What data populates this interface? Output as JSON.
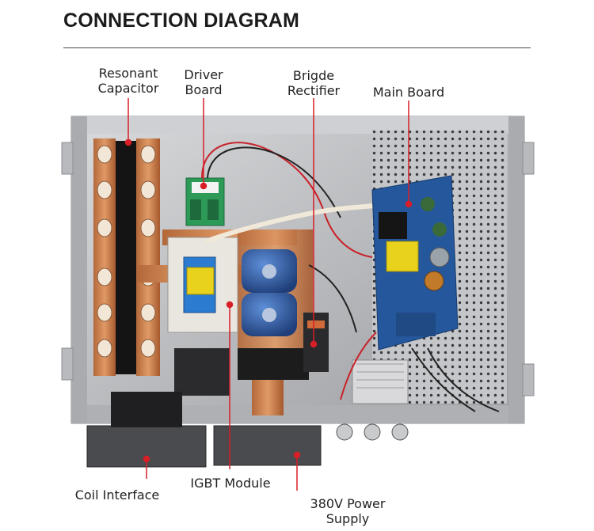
{
  "title": "CONNECTION DIAGRAM",
  "labels": {
    "resonant_capacitor": [
      "Resonant",
      "Capacitor"
    ],
    "driver_board": [
      "Driver",
      "Board"
    ],
    "bridge_rectifier": [
      "Brigde",
      "Rectifier"
    ],
    "main_board": "Main Board",
    "coil_interface": "Coil Interface",
    "igbt_module": "IGBT Module",
    "power_supply": "380V Power Supply"
  },
  "colors": {
    "leader_line": "#d81e27",
    "title": "#1c1c1c",
    "rule": "#4a4a4a"
  }
}
